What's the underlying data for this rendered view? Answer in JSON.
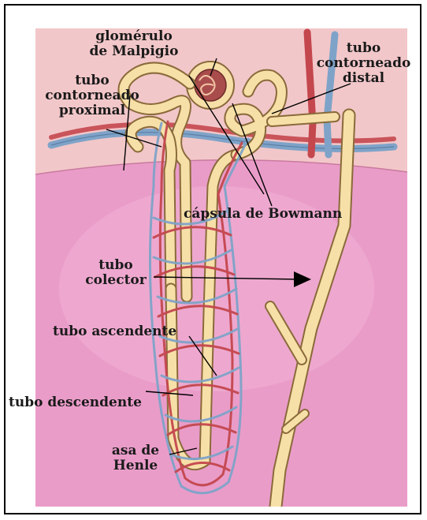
{
  "labels": {
    "glomerulo_1": "glomérulo",
    "glomerulo_2": "de Malpigio",
    "distal_1": "tubo",
    "distal_2": "contorneado",
    "distal_3": "distal",
    "proximal_1": "tubo",
    "proximal_2": "contorneado",
    "proximal_3": "proximal",
    "bowman": "cápsula de Bowmann",
    "colector_1": "tubo",
    "colector_2": "colector",
    "ascendente": "tubo ascendente",
    "descendente": "tubo descendente",
    "henle_1": "asa de",
    "henle_2": "Henle"
  },
  "colors": {
    "cortex": "#f2c7c9",
    "medulla": "#ea9cc9",
    "tubule": "#f7e0a8",
    "tubule_edge": "#8a6a3a",
    "artery": "#c4474e",
    "vein": "#7fa3c8"
  }
}
